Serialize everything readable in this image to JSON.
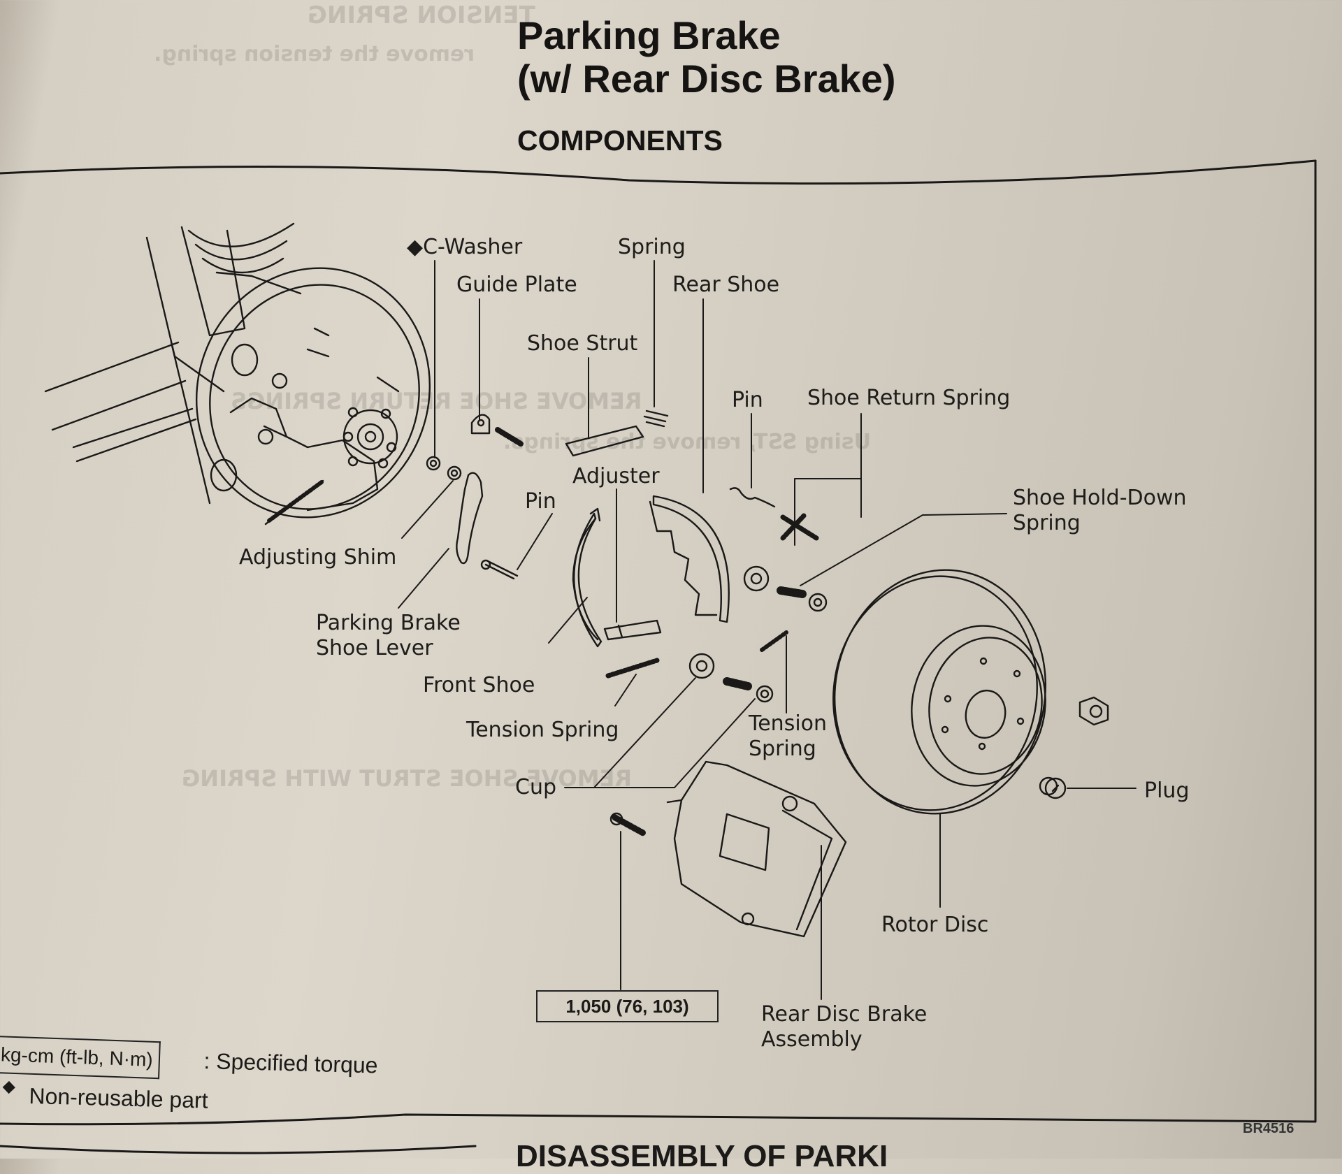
{
  "page": {
    "title_line1": "Parking Brake",
    "title_line2": "(w/ Rear Disc Brake)",
    "section": "COMPONENTS",
    "figure_code": "BR4516",
    "next_section_partial": "DISASSEMBLY OF PARKI"
  },
  "bleed_through": {
    "top_heading": "TENSION SPRING",
    "top_text": "remove the tension spring.",
    "mid_heading": "REMOVE SHOE RETURN SPRINGS",
    "mid_text": "Using SST, remove the springs.",
    "lower_heading": "REMOVE SHOE STRUT WITH SPRING"
  },
  "labels": {
    "c_washer": "C-Washer",
    "guide_plate": "Guide Plate",
    "spring": "Spring",
    "rear_shoe": "Rear Shoe",
    "shoe_strut": "Shoe Strut",
    "pin_top": "Pin",
    "shoe_return_spring": "Shoe Return Spring",
    "adjuster": "Adjuster",
    "pin_left": "Pin",
    "shoe_hold_down_line1": "Shoe Hold-Down",
    "shoe_hold_down_line2": "Spring",
    "adjusting_shim": "Adjusting Shim",
    "pb_shoe_lever_line1": "Parking Brake",
    "pb_shoe_lever_line2": "Shoe Lever",
    "front_shoe": "Front Shoe",
    "tension_spring_left": "Tension Spring",
    "tension_spring_right_line1": "Tension",
    "tension_spring_right_line2": "Spring",
    "cup": "Cup",
    "plug": "Plug",
    "rotor_disc": "Rotor Disc",
    "rear_disc_brake_line1": "Rear Disc Brake",
    "rear_disc_brake_line2": "Assembly"
  },
  "torque_spec": "1,050 (76, 103)",
  "legend": {
    "torque_unit": "kg-cm (ft-lb, N·m)",
    "torque_desc": ":  Specified torque",
    "nonreusable_symbol": "◆",
    "nonreusable_desc": "Non-reusable part"
  },
  "symbols": {
    "non_reusable_marker": "◆"
  }
}
